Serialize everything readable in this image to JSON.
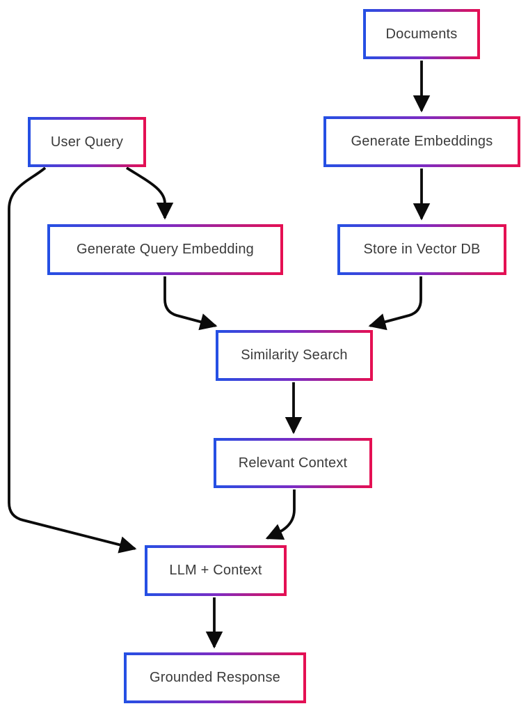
{
  "diagram": {
    "type": "flowchart",
    "background_color": "#ffffff",
    "node_border_gradient": [
      "#2450e4",
      "#7b2cc4",
      "#e60f51"
    ],
    "node_fill_color": "#ffffff",
    "node_text_color": "#3a3a3a",
    "arrow_color": "#0b0b0b",
    "nodes": [
      {
        "id": "documents",
        "label": "Documents"
      },
      {
        "id": "user-query",
        "label": "User Query"
      },
      {
        "id": "generate-embeddings",
        "label": "Generate Embeddings"
      },
      {
        "id": "generate-query-embedding",
        "label": "Generate Query Embedding"
      },
      {
        "id": "store-in-vector-db",
        "label": "Store in Vector DB"
      },
      {
        "id": "similarity-search",
        "label": "Similarity Search"
      },
      {
        "id": "relevant-context",
        "label": "Relevant Context"
      },
      {
        "id": "llm-context",
        "label": "LLM + Context"
      },
      {
        "id": "grounded-response",
        "label": "Grounded Response"
      }
    ],
    "edges": [
      {
        "from": "documents",
        "to": "generate-embeddings"
      },
      {
        "from": "generate-embeddings",
        "to": "store-in-vector-db"
      },
      {
        "from": "user-query",
        "to": "generate-query-embedding"
      },
      {
        "from": "user-query",
        "to": "llm-context"
      },
      {
        "from": "generate-query-embedding",
        "to": "similarity-search"
      },
      {
        "from": "store-in-vector-db",
        "to": "similarity-search"
      },
      {
        "from": "similarity-search",
        "to": "relevant-context"
      },
      {
        "from": "relevant-context",
        "to": "llm-context"
      },
      {
        "from": "llm-context",
        "to": "grounded-response"
      }
    ]
  }
}
